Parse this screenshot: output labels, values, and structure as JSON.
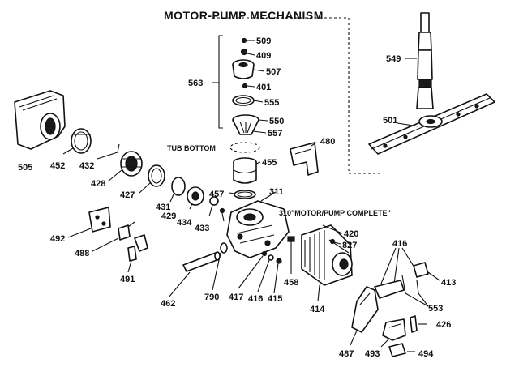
{
  "title": "MOTOR-PUMP MECHANISM",
  "notes": {
    "tub_bottom": "TUB BOTTOM",
    "motor_pump_complete": "310\"MOTOR/PUMP COMPLETE\""
  },
  "labels": {
    "p509": "509",
    "p409": "409",
    "p507": "507",
    "p563": "563",
    "p401": "401",
    "p555": "555",
    "p550": "550",
    "p557": "557",
    "p549": "549",
    "p501": "501",
    "p505": "505",
    "p452": "452",
    "p432": "432",
    "p428": "428",
    "p427": "427",
    "p431": "431",
    "p429": "429",
    "p434": "434",
    "p457": "457",
    "p455": "455",
    "p480": "480",
    "p311": "311",
    "p433": "433",
    "p420": "420",
    "p827": "827",
    "p492": "492",
    "p488": "488",
    "p491": "491",
    "p462": "462",
    "p790": "790",
    "p417": "417",
    "p416a": "416",
    "p415": "415",
    "p458": "458",
    "p414": "414",
    "p416b": "416",
    "p413": "413",
    "p553": "553",
    "p426": "426",
    "p487": "487",
    "p493": "493",
    "p494": "494"
  }
}
